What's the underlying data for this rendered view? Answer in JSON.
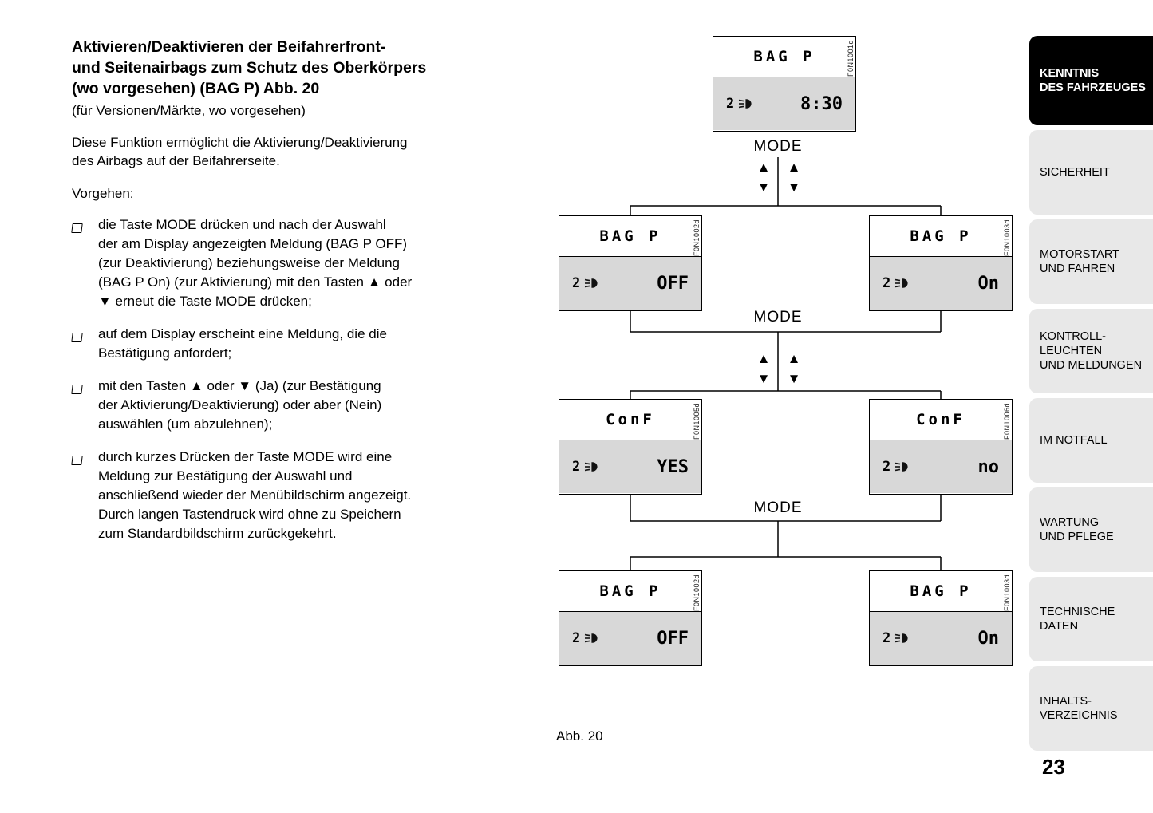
{
  "page": {
    "number": "23",
    "figure_caption": "Abb. 20"
  },
  "article": {
    "title": "Aktivieren/Deaktivieren der Beifahrerfront-\nund Seitenairbags zum Schutz des Oberkörpers\n(wo vorgesehen) (BAG P) Abb. 20",
    "availability": "(für Versionen/Märkte, wo vorgesehen)",
    "intro": "Diese Funktion ermöglicht die Aktivierung/Deaktivierung\ndes Airbags auf der Beifahrerseite.",
    "procedure_label": "Vorgehen:",
    "bullets": [
      "die Taste MODE drücken und nach der Auswahl\nder am Display angezeigten Meldung (BAG P OFF)\n(zur Deaktivierung) beziehungsweise der Meldung\n(BAG P On) (zur Aktivierung) mit den Tasten ▲ oder\n▼ erneut die Taste MODE drücken;",
      "auf dem Display erscheint eine Meldung, die die\nBestätigung anfordert;",
      "mit den Tasten ▲ oder ▼ (Ja) (zur Bestätigung\nder Aktivierung/Deaktivierung) oder aber (Nein)\nauswählen (um abzulehnen);",
      "durch kurzes Drücken der Taste MODE wird eine\nMeldung zur Bestätigung der Auswahl und\nanschließend wieder der Menübildschirm angezeigt.\nDurch langen Tastendruck wird ohne zu Speichern\nzum Standardbildschirm zurückgekehrt."
    ]
  },
  "diagram": {
    "mode_label": "MODE",
    "icons": {
      "up_arrow": "▲",
      "down_arrow": "▼"
    },
    "displays": [
      {
        "title": "BAG P",
        "counter": "2",
        "value": "8:30",
        "code": "F0N1001d"
      },
      {
        "title": "BAG P",
        "counter": "2",
        "value": "OFF",
        "code": "F0N1002d"
      },
      {
        "title": "BAG P",
        "counter": "2",
        "value": "On",
        "code": "F0N1003d"
      },
      {
        "title": "ConF",
        "counter": "2",
        "value": "YES",
        "code": "F0N1005d"
      },
      {
        "title": "ConF",
        "counter": "2",
        "value": "no",
        "code": "F0N1006d"
      },
      {
        "title": "BAG P",
        "counter": "2",
        "value": "OFF",
        "code": "F0N1002d"
      },
      {
        "title": "BAG P",
        "counter": "2",
        "value": "On",
        "code": "F0N1003d"
      }
    ]
  },
  "sidebar": {
    "tabs": [
      {
        "label": "KENNTNIS\nDES FAHRZEUGES",
        "active": true
      },
      {
        "label": "SICHERHEIT",
        "active": false
      },
      {
        "label": "MOTORSTART\nUND FAHREN",
        "active": false
      },
      {
        "label": "KONTROLL-\nLEUCHTEN\nUND MELDUNGEN",
        "active": false
      },
      {
        "label": "IM NOTFALL",
        "active": false
      },
      {
        "label": "WARTUNG\nUND PFLEGE",
        "active": false
      },
      {
        "label": "TECHNISCHE\nDATEN",
        "active": false
      },
      {
        "label": "INHALTS-\nVERZEICHNIS",
        "active": false
      }
    ]
  },
  "colors": {
    "tab_inactive_bg": "#e8e8e8",
    "tab_active_bg": "#000000",
    "display_lower_bg": "#d8d8d8",
    "line_color": "#000000"
  }
}
